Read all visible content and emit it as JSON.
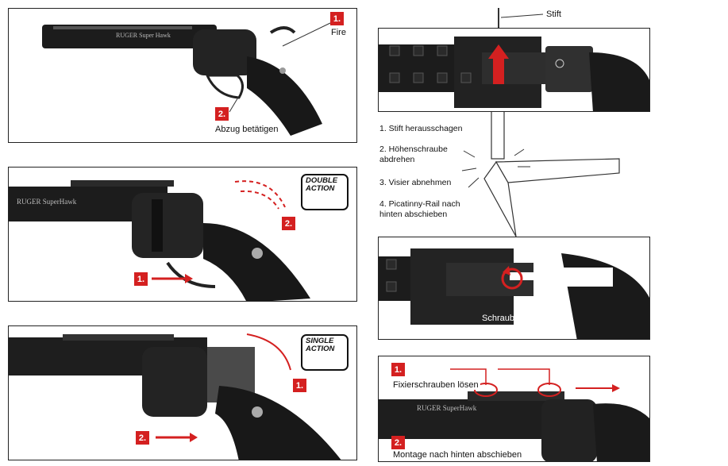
{
  "panel1": {
    "fire_label": "Fire",
    "fire_num": "1.",
    "trigger_num": "2.",
    "trigger_label": "Abzug betätigen",
    "engraving": "RUGER Super Hawk"
  },
  "panel2": {
    "mode_label": "DOUBLE ACTION",
    "hammer_num": "2.",
    "trigger_num": "1.",
    "engraving": "RUGER SuperHawk"
  },
  "panel3": {
    "mode_label": "SINGLE ACTION",
    "hammer_num": "1.",
    "trigger_num": "2."
  },
  "stift_label": "Stift",
  "instructions": [
    "1. Stift herausschagen",
    "2. Höhenschraube abdrehen",
    "3. Visier abnehmen",
    "4. Picatinny-Rail nach hinten abschieben"
  ],
  "screw_label": "Schraube abdrehen",
  "panel_right3": {
    "step1_num": "1.",
    "step1_label": "Fixierschrauben lösen",
    "step2_num": "2.",
    "step2_label": "Montage nach hinten abschieben",
    "engraving": "RUGER SuperHawk"
  },
  "colors": {
    "accent_red": "#d42020",
    "gun_black": "#1c1c1c"
  }
}
